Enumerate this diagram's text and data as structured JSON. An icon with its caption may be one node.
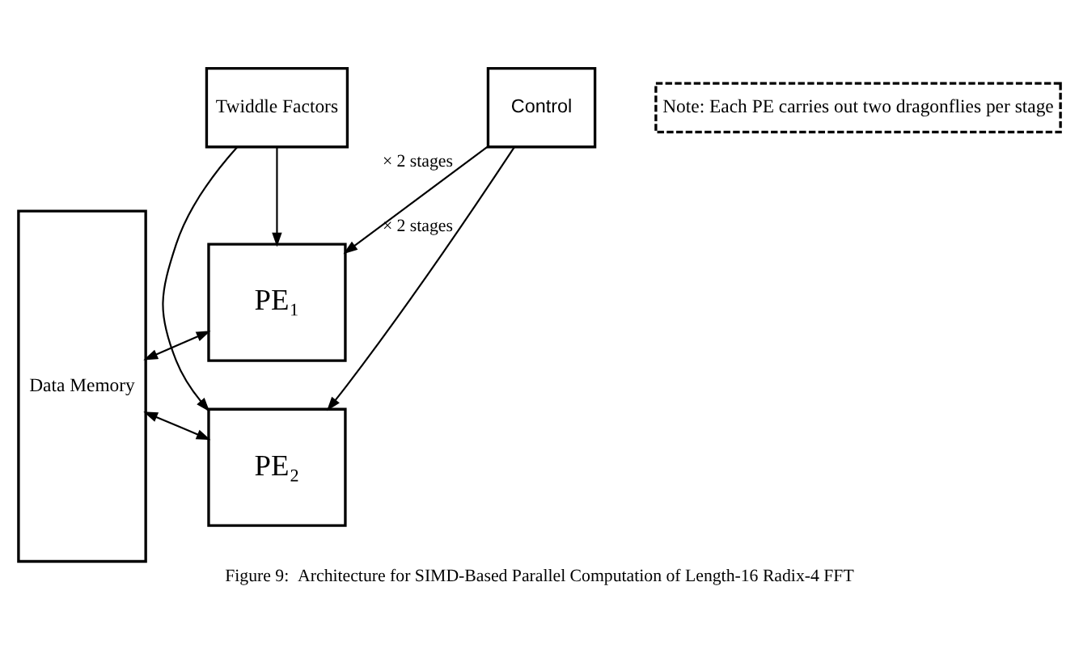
{
  "diagram": {
    "caption": "Figure 9:  Architecture for SIMD-Based Parallel Computation of Length-16 Radix-4 FFT",
    "nodes": [
      {
        "text": [
          "Data Memory"
        ]
      },
      {
        "text": [
          "PE₁"
        ]
      },
      {
        "text": [
          "Twiddle Factors"
        ]
      },
      {
        "text": [
          "Control"
        ]
      },
      {
        "text": [
          "PE₂"
        ]
      },
      {
        "text": [
          "Note: Each PE carries out two dragonflies per stage"
        ]
      }
    ],
    "edges": [
      {
        "from": 0,
        "to": 1,
        "arrow": "both"
      },
      {
        "from": 2,
        "to": 1,
        "arrow": "to"
      },
      {
        "from": 3,
        "to": 1,
        "arrow": "to",
        "label": "× 2 stages"
      },
      {
        "from": 2,
        "to": 4,
        "arrow": "to"
      },
      {
        "from": 3,
        "to": 4,
        "arrow": "to",
        "label": "× 2 stages"
      },
      {
        "from": 0,
        "to": 4,
        "arrow": "both"
      }
    ]
  }
}
